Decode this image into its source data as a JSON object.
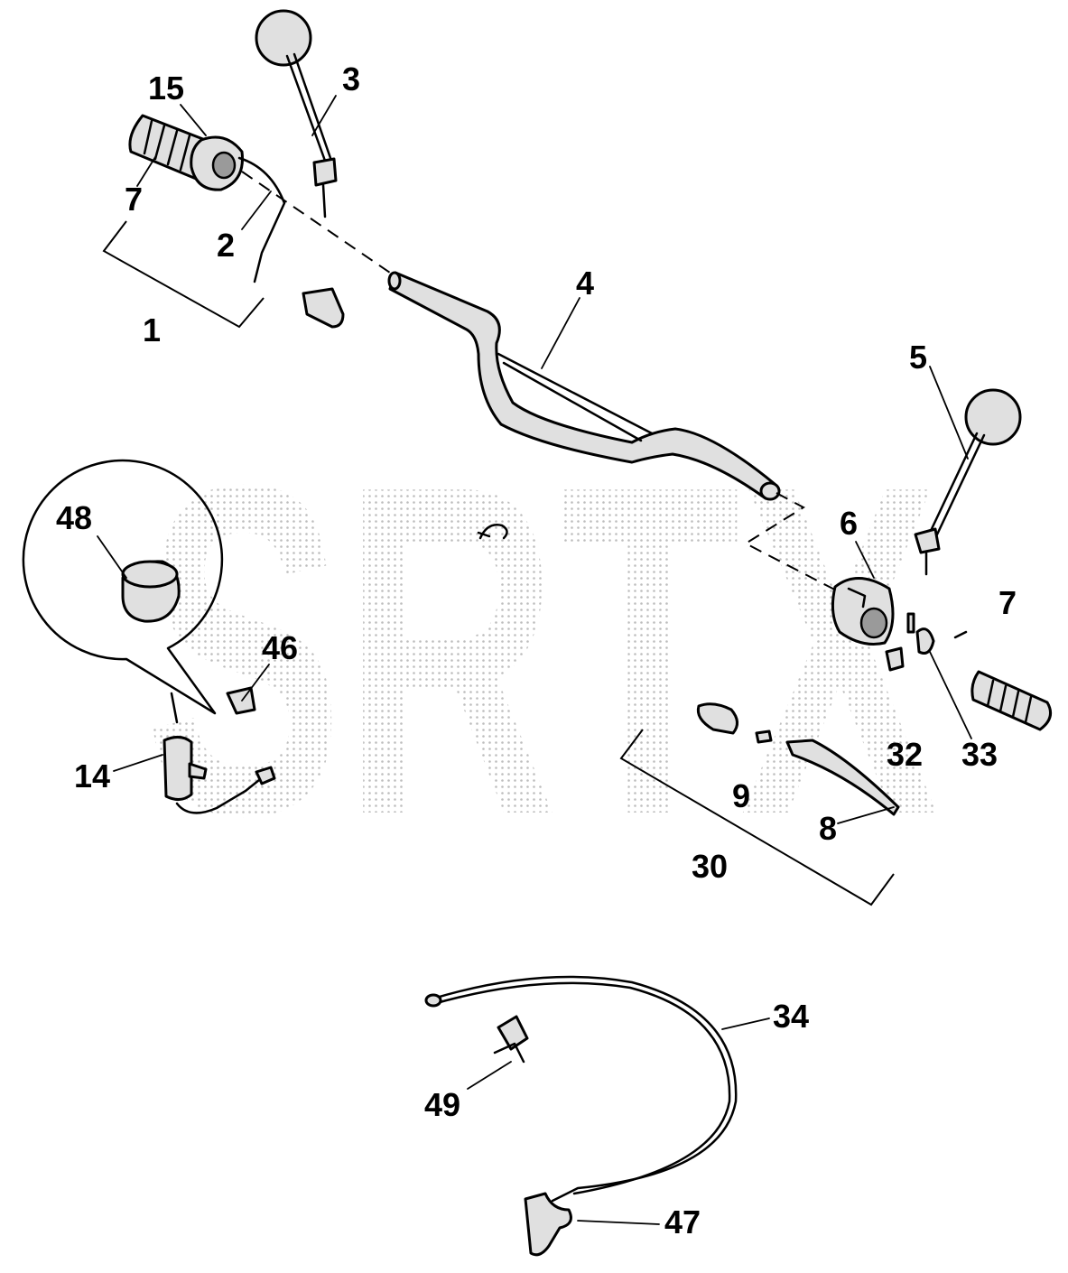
{
  "watermark": {
    "text": "SRTX",
    "color": "#c4c4c4"
  },
  "labels": {
    "p1": "1",
    "p2": "2",
    "p3": "3",
    "p4": "4",
    "p5": "5",
    "p6": "6",
    "p7a": "7",
    "p7b": "7",
    "p8": "8",
    "p9": "9",
    "p14": "14",
    "p15": "15",
    "p30": "30",
    "p32": "32",
    "p33": "33",
    "p34": "34",
    "p46": "46",
    "p47": "47",
    "p48": "48",
    "p49": "49"
  }
}
